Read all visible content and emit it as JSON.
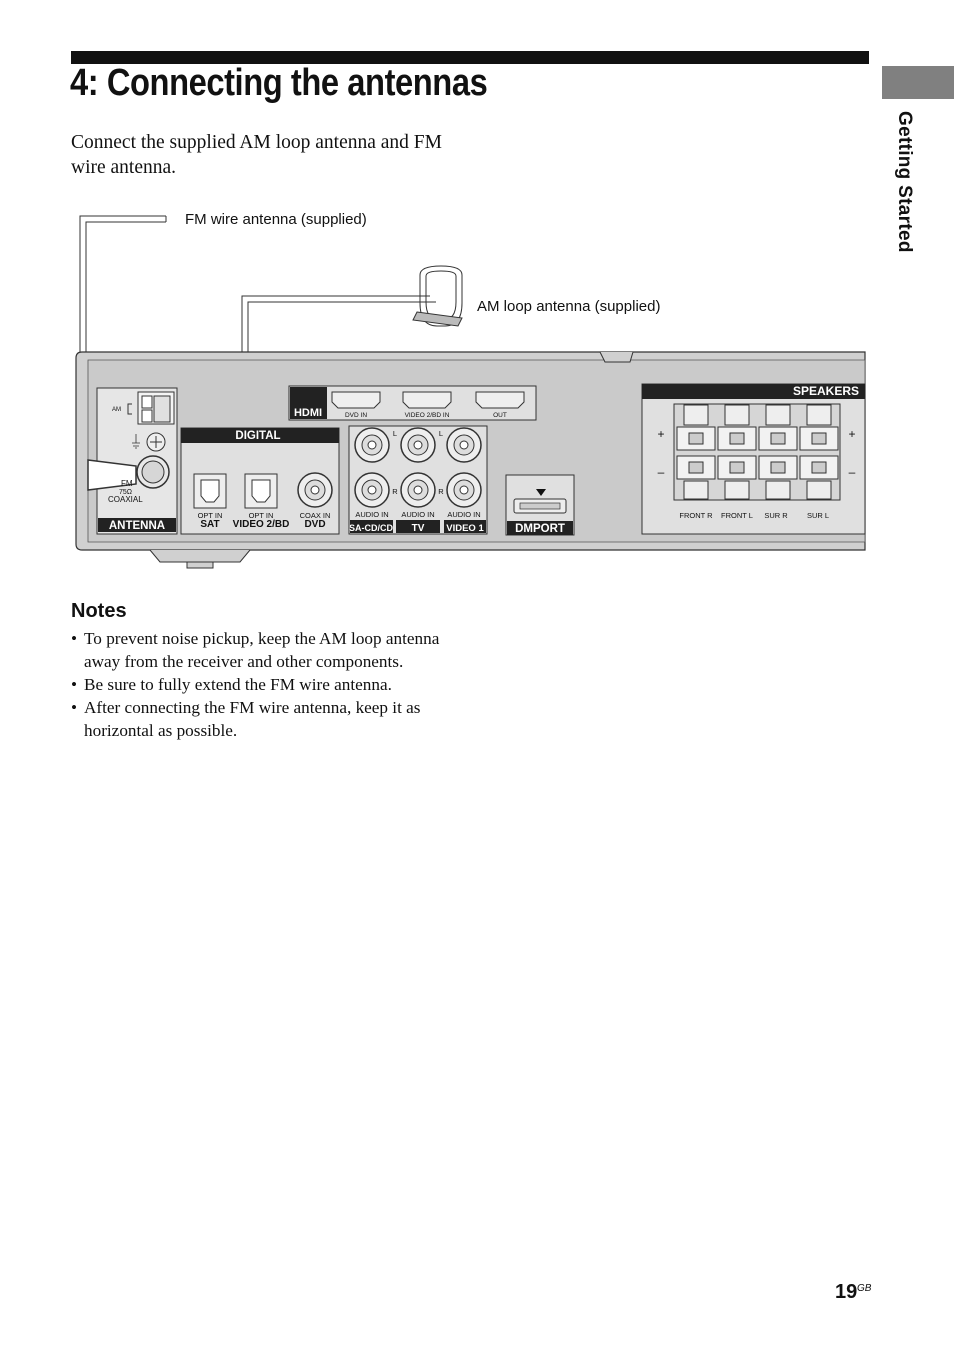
{
  "page": {
    "title": "4: Connecting the antennas",
    "section": "Getting Started",
    "intro": "Connect the supplied AM loop antenna and FM wire antenna.",
    "page_number": "19",
    "page_suffix": "GB"
  },
  "figure": {
    "callouts": {
      "fm_antenna": "FM wire antenna (supplied)",
      "am_antenna": "AM loop antenna (supplied)"
    },
    "antenna": {
      "panel_label": "ANTENNA",
      "am": "AM",
      "fm": "FM",
      "impedance": "75Ω",
      "coaxial": "COAXIAL"
    },
    "hdmi": {
      "logo": "HDMI",
      "ports": [
        "DVD IN",
        "VIDEO 2/BD IN",
        "OUT"
      ]
    },
    "digital": {
      "panel_label": "DIGITAL",
      "ports": [
        {
          "label": "OPT IN",
          "source": "SAT"
        },
        {
          "label": "OPT IN",
          "source": "VIDEO 2/BD"
        },
        {
          "label": "COAX IN",
          "source": "DVD"
        }
      ]
    },
    "audio": {
      "left": "L",
      "right": "R",
      "ports": [
        {
          "label": "AUDIO IN",
          "source": "SA-CD/CD"
        },
        {
          "label": "AUDIO IN",
          "source": "TV"
        },
        {
          "label": "AUDIO IN",
          "source": "VIDEO 1"
        }
      ]
    },
    "dmport": "DMPORT",
    "speakers": {
      "panel_label": "SPEAKERS",
      "plus": "+",
      "minus": "–",
      "channels": [
        "FRONT R",
        "FRONT L",
        "SUR R",
        "SUR L"
      ]
    }
  },
  "notes": {
    "heading": "Notes",
    "bullet": "•",
    "items": [
      "To prevent noise pickup, keep the AM loop antenna away from the receiver and other components.",
      "Be sure to fully extend the FM wire antenna.",
      "After connecting the FM wire antenna, keep it as horizontal as possible."
    ]
  }
}
